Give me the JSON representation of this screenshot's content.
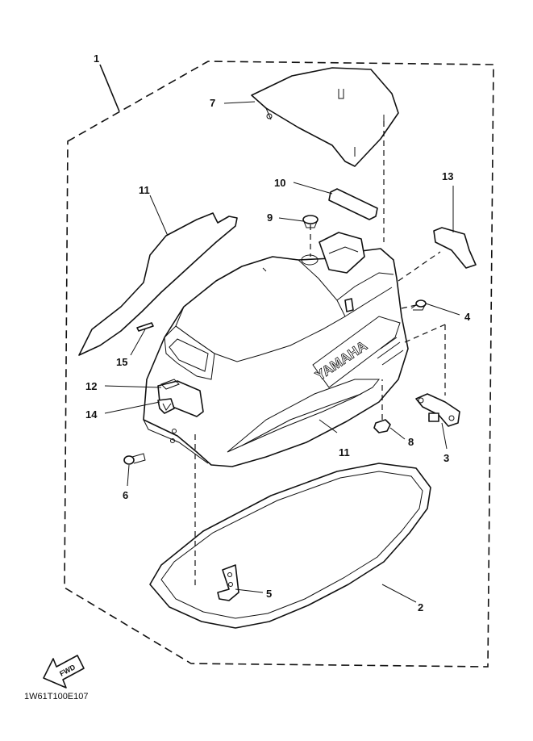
{
  "diagram": {
    "code": "1W61T100E107",
    "fwd_label": "FWD",
    "brand_label": "YAMAHA",
    "callouts": [
      {
        "id": "c1",
        "label": "1"
      },
      {
        "id": "c2",
        "label": "2"
      },
      {
        "id": "c3",
        "label": "3"
      },
      {
        "id": "c4",
        "label": "4"
      },
      {
        "id": "c5",
        "label": "5"
      },
      {
        "id": "c6",
        "label": "6"
      },
      {
        "id": "c7",
        "label": "7"
      },
      {
        "id": "c8",
        "label": "8"
      },
      {
        "id": "c9",
        "label": "9"
      },
      {
        "id": "c10",
        "label": "10"
      },
      {
        "id": "c11a",
        "label": "11"
      },
      {
        "id": "c11b",
        "label": "11"
      },
      {
        "id": "c12",
        "label": "12"
      },
      {
        "id": "c13",
        "label": "13"
      },
      {
        "id": "c14",
        "label": "14"
      },
      {
        "id": "c15",
        "label": "15"
      }
    ]
  }
}
